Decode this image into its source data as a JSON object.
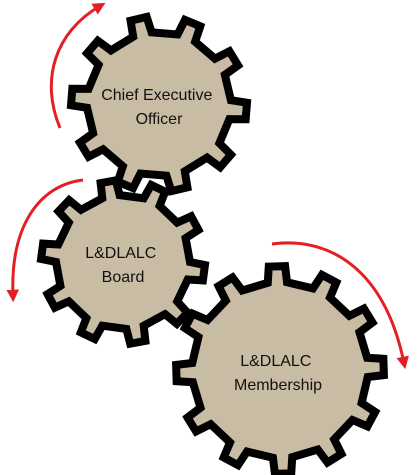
{
  "gears": [
    {
      "lines": [
        "Chief Executive",
        "Officer"
      ]
    },
    {
      "lines": [
        "L&DLALC",
        "Board"
      ]
    },
    {
      "lines": [
        "L&DLALC",
        "Membership"
      ]
    }
  ],
  "colors": {
    "gear_fill": "#C9BCA4",
    "gear_outline": "#000000",
    "arrow": "#E31E24"
  }
}
